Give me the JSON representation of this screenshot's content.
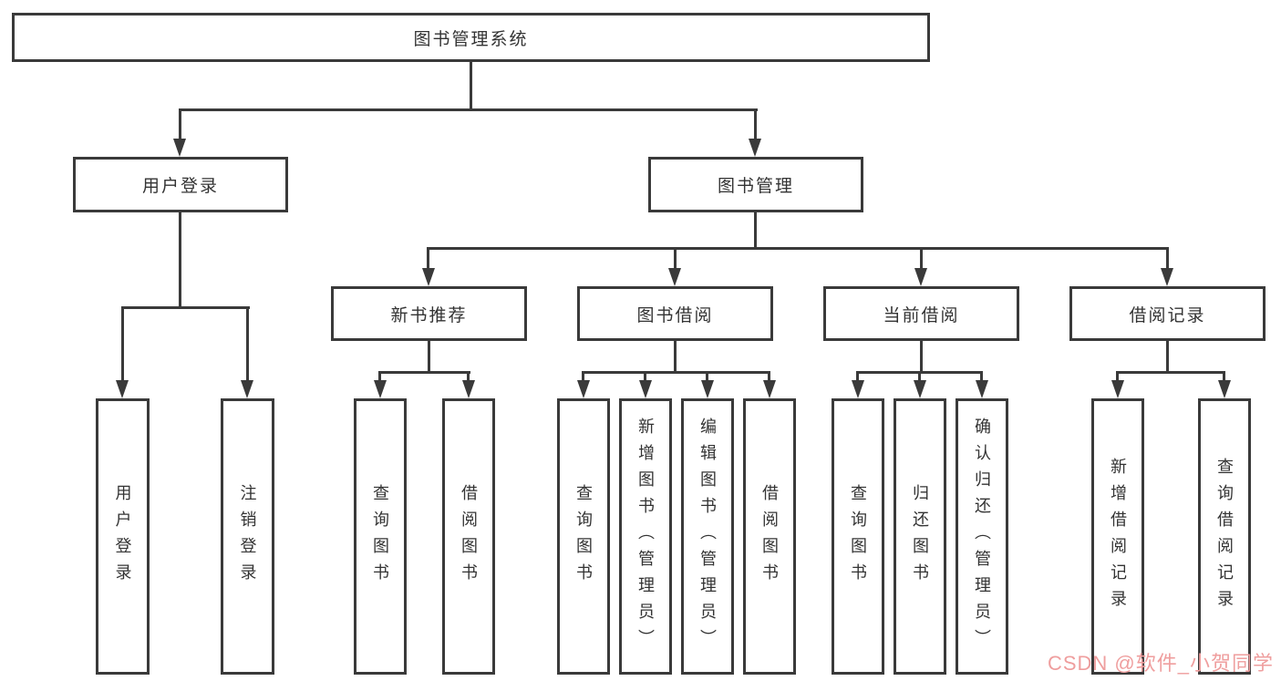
{
  "diagram": {
    "root": {
      "label": "图书管理系统"
    },
    "level2": [
      {
        "id": "user-login",
        "label": "用户登录"
      },
      {
        "id": "book-management",
        "label": "图书管理"
      }
    ],
    "level3": [
      {
        "id": "new-book-recommend",
        "label": "新书推荐",
        "parent": "book-management"
      },
      {
        "id": "book-borrowing",
        "label": "图书借阅",
        "parent": "book-management"
      },
      {
        "id": "current-borrowing",
        "label": "当前借阅",
        "parent": "book-management"
      },
      {
        "id": "borrowing-records",
        "label": "借阅记录",
        "parent": "book-management"
      }
    ],
    "leaves": [
      {
        "parent": "user-login",
        "label": "用户登录"
      },
      {
        "parent": "user-login",
        "label": "注销登录"
      },
      {
        "parent": "new-book-recommend",
        "label": "查询图书"
      },
      {
        "parent": "new-book-recommend",
        "label": "借阅图书"
      },
      {
        "parent": "book-borrowing",
        "label": "查询图书"
      },
      {
        "parent": "book-borrowing",
        "label": "新增图书（管理员）"
      },
      {
        "parent": "book-borrowing",
        "label": "编辑图书（管理员）"
      },
      {
        "parent": "book-borrowing",
        "label": "借阅图书"
      },
      {
        "parent": "current-borrowing",
        "label": "查询图书"
      },
      {
        "parent": "current-borrowing",
        "label": "归还图书"
      },
      {
        "parent": "current-borrowing",
        "label": "确认归还（管理员）"
      },
      {
        "parent": "borrowing-records",
        "label": "新增借阅记录"
      },
      {
        "parent": "borrowing-records",
        "label": "查询借阅记录"
      }
    ]
  },
  "watermark": {
    "text": "CSDN @软件_小贺同学",
    "color": "#ef9e9e"
  },
  "colors": {
    "line": "#3a3a3a",
    "text": "#333333",
    "background": "#ffffff"
  }
}
